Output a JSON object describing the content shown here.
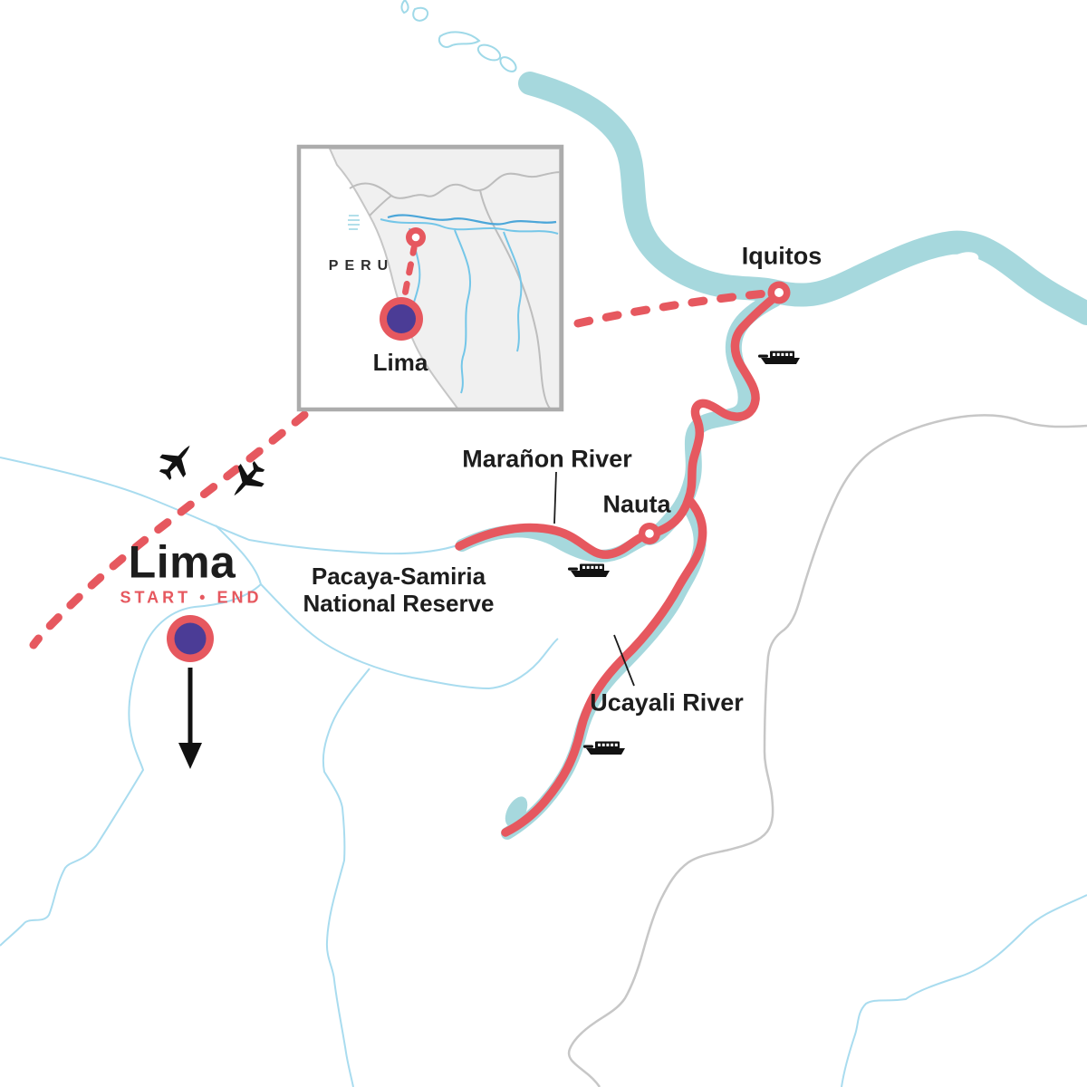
{
  "map": {
    "description": "Tour itinerary map of the Peruvian Amazon with start/end city, river cruise route and reserve",
    "colors": {
      "route_red": "#E6585F",
      "city_purple": "#4B3C96",
      "river_teal": "#A6D8DD",
      "minor_river_blue": "#A9DCEF",
      "border_gray": "#C7C7C7",
      "label_black": "#1D1D1D",
      "inset_land_gray": "#F0F0F0"
    },
    "labels": {
      "start_city": "Lima",
      "start_end_badge": "START • END",
      "iquitos": "Iquitos",
      "nauta": "Nauta",
      "maranon_river": "Marañon River",
      "ucayali_river": "Ucayali River",
      "reserve_line1": "Pacaya-Samiria",
      "reserve_line2": "National Reserve"
    },
    "inset": {
      "country_label": "PERU",
      "city_label": "Lima"
    },
    "icons": {
      "plane": "plane-icon",
      "ship": "ship-icon",
      "city_marker": "filled-city-dot",
      "stop_marker": "ring-stop-dot",
      "direction_arrow": "down-arrow-icon"
    }
  }
}
